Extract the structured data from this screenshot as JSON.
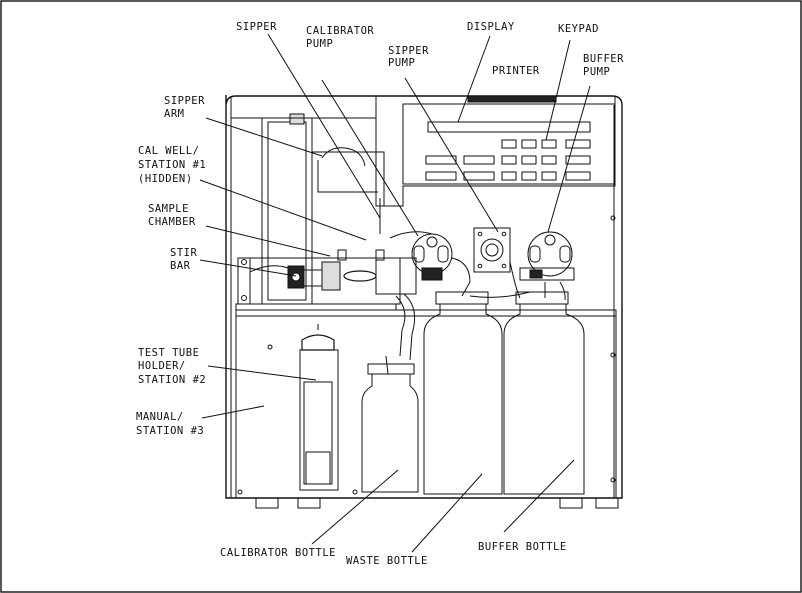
{
  "labels": {
    "sipper": "SIPPER",
    "calibrator_pump_1": "CALIBRATOR",
    "calibrator_pump_2": "PUMP",
    "display": "DISPLAY",
    "keypad": "KEYPAD",
    "sipper_pump_1": "SIPPER",
    "sipper_pump_2": "PUMP",
    "printer": "PRINTER",
    "buffer_pump_1": "BUFFER",
    "buffer_pump_2": "PUMP",
    "sipper_arm_1": "SIPPER",
    "sipper_arm_2": "ARM",
    "cal_well_1": "CAL WELL/",
    "cal_well_2": "STATION #1",
    "cal_well_3": "(HIDDEN)",
    "sample_chamber_1": "SAMPLE",
    "sample_chamber_2": "CHAMBER",
    "stir_bar_1": "STIR",
    "stir_bar_2": "BAR",
    "test_tube_1": "TEST TUBE",
    "test_tube_2": "HOLDER/",
    "test_tube_3": "STATION #2",
    "manual_1": "MANUAL/",
    "manual_2": "STATION #3",
    "calibrator_bottle": "CALIBRATOR BOTTLE",
    "waste_bottle": "WASTE BOTTLE",
    "buffer_bottle": "BUFFER BOTTLE"
  }
}
